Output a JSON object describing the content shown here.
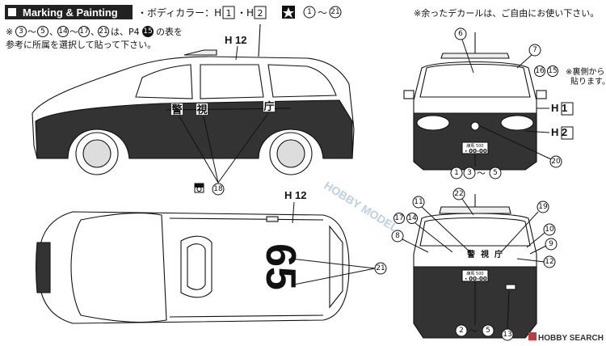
{
  "header": {
    "title": "Marking & Painting",
    "body_color_text": "・ボディカラー：H",
    "h1": "1",
    "dot": "・H",
    "h2": "2",
    "star_circle": "1",
    "tilde": "～",
    "star_circle_end": "21",
    "decal_note": "※余ったデカールは、ご自由にお使い下さい。"
  },
  "note": {
    "prefix": "※",
    "n3": "3",
    "dash1": "～",
    "n5": "5",
    "comma1": "、",
    "n14": "14",
    "dash2": "～",
    "n17": "17",
    "comma2": "、",
    "n21": "21",
    "wa_p4": "は、P4",
    "n15": "15",
    "line1_end": "の表を",
    "line2": "参考に所属を選択して貼って下さい。"
  },
  "side_view": {
    "roof_label": "H 12",
    "door_text": [
      "警",
      "視",
      "庁"
    ],
    "bottom_callout": "18"
  },
  "front_view": {
    "callouts": [
      "6",
      "7",
      "16",
      "15",
      "20"
    ],
    "back_note": [
      "※裏側から",
      "貼ります。"
    ],
    "h1_label": "H 1",
    "h2_label": "H 2",
    "plate_top": "練馬 500",
    "plate_bottom": "・00-00",
    "bottom_range": [
      "1",
      "3",
      "～",
      "5"
    ]
  },
  "top_view": {
    "roof_label": "H 12",
    "roof_number": "65",
    "callout": "21"
  },
  "rear_view": {
    "callouts": [
      "22",
      "11",
      "19",
      "17",
      "14",
      "10",
      "8",
      "9",
      "12",
      "13"
    ],
    "door_text": [
      "警",
      "視",
      "庁"
    ],
    "plate_top": "練馬 500",
    "plate_bottom": "・00-00",
    "bottom_range": [
      "2",
      "～",
      "5"
    ]
  },
  "watermark": "HOBBY MODEL",
  "footer": {
    "brand": "HOBBY SEARCH"
  }
}
